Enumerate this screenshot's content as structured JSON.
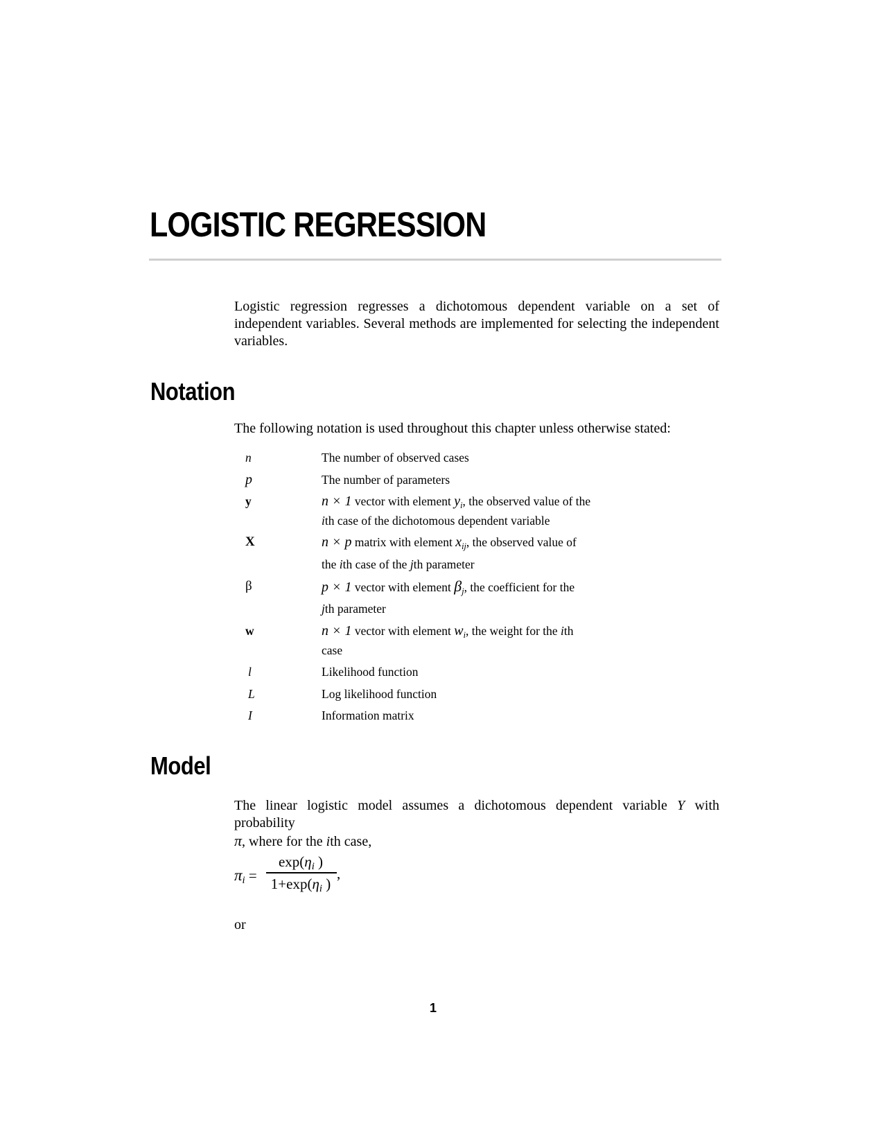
{
  "chapter": {
    "title": "LOGISTIC REGRESSION",
    "intro": "Logistic regression regresses a dichotomous dependent variable on a set of independent variables. Several methods are implemented for selecting the independent variables."
  },
  "notation": {
    "heading": "Notation",
    "intro": "The following notation is used throughout this chapter unless otherwise stated:",
    "rows": [
      {
        "symbol": "n",
        "lines": [
          "The number of observed cases"
        ]
      },
      {
        "symbol": "p",
        "lines": [
          "The number of parameters"
        ]
      },
      {
        "symbol": "y",
        "pre": "n × 1",
        "mid": " vector with element ",
        "elem": "y",
        "elem_sub": "i",
        "post": ", the observed value of the",
        "line2_it": "i",
        "line2": "th case of the dichotomous dependent variable"
      },
      {
        "symbol": "X",
        "pre": "n × p",
        "mid": " matrix with element ",
        "elem": "x",
        "elem_sub": "ij",
        "post": ", the observed value of",
        "line2_pre": "the ",
        "line2_it": "i",
        "line2_mid": "th case of the ",
        "line2_it2": "j",
        "line2": "th parameter"
      },
      {
        "symbol": "β",
        "pre": "p × 1",
        "mid": " vector with element ",
        "elem": "β",
        "elem_sub": "j",
        "post": ", the coefficient for the",
        "line2_it": "j",
        "line2": "th parameter"
      },
      {
        "symbol": "w",
        "pre": "n × 1",
        "mid": " vector with element ",
        "elem": "w",
        "elem_sub": "i",
        "post": ", the weight for the ",
        "post_it": "i",
        "post2": "th",
        "line2": "case"
      },
      {
        "symbol": "l",
        "lines": [
          "Likelihood function"
        ]
      },
      {
        "symbol": "L",
        "lines": [
          "Log likelihood function"
        ]
      },
      {
        "symbol": "I",
        "lines": [
          "Information matrix"
        ]
      }
    ]
  },
  "model": {
    "heading": "Model",
    "para_a": "The linear logistic model assumes a dichotomous dependent variable ",
    "para_Y": "Y",
    "para_b": " with probability",
    "para_pi": "π",
    "para_c": ", where for the ",
    "para_i": "i",
    "para_d": "th case,",
    "formula": {
      "lhs": "π",
      "lhs_sub": "i",
      "equals": " =",
      "num_pre": "exp(",
      "num_eta": "η",
      "num_sub": "i",
      "num_post": " )",
      "den_pre": "1+exp(",
      "den_eta": "η",
      "den_sub": "i",
      "den_post": " )",
      "trail": ","
    },
    "or": "or"
  },
  "footer": {
    "page_number": "1"
  }
}
